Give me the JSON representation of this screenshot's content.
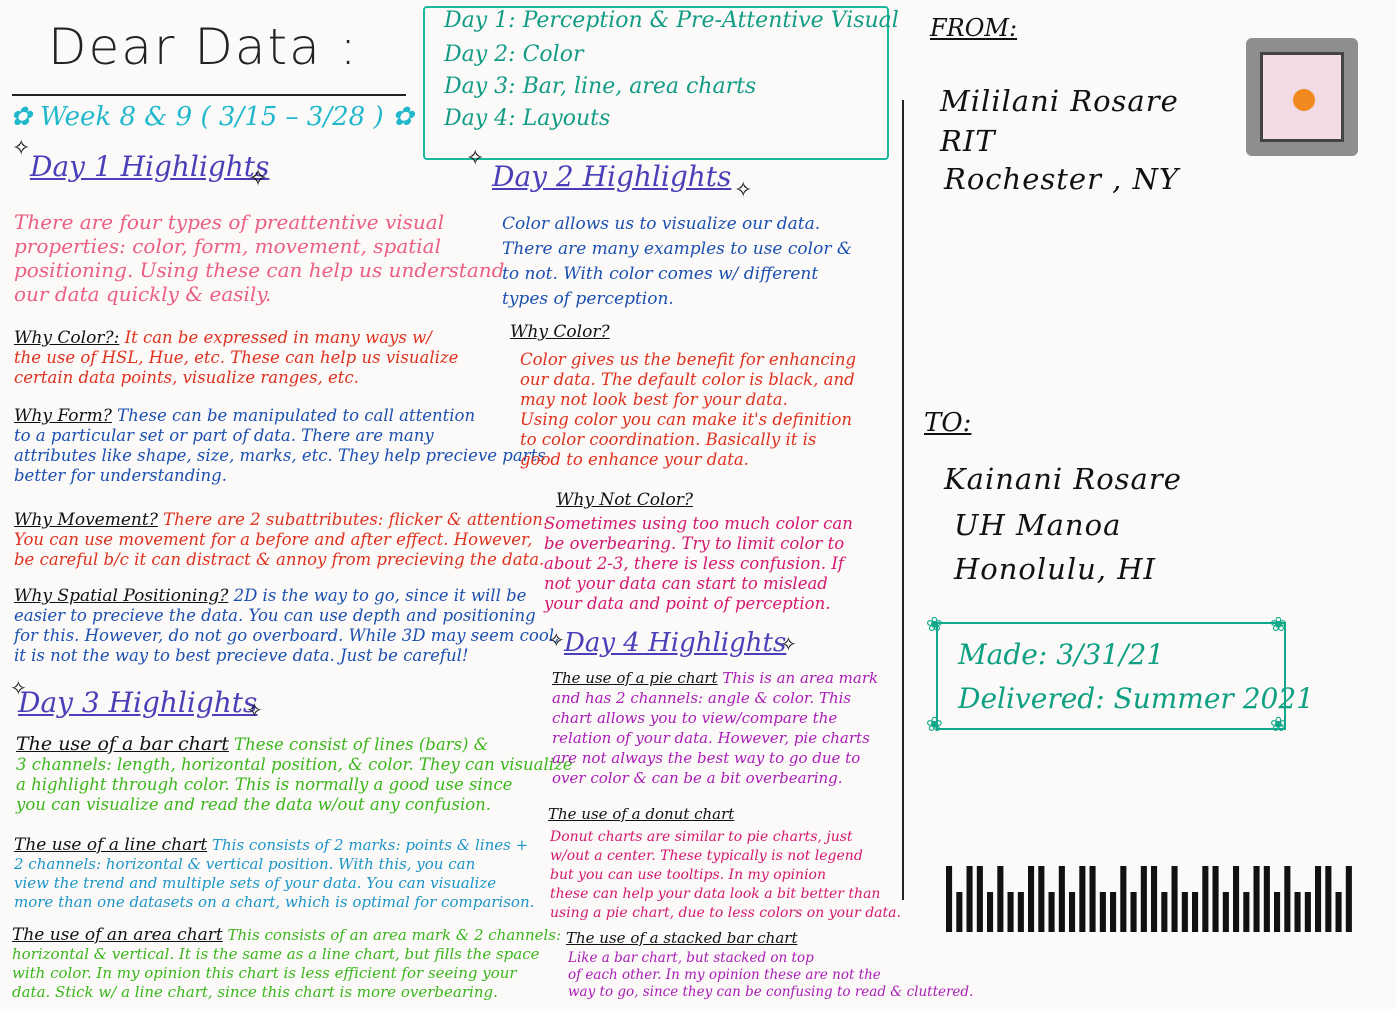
{
  "header": {
    "title": "Dear Data :",
    "week": "Week 8 & 9 ( 3/15 – 3/28 )"
  },
  "agenda": [
    "Day 1: Perception & Pre-Attentive Visual",
    "Day 2: Color",
    "Day 3: Bar, line, area charts",
    "Day 4: Layouts"
  ],
  "day1": {
    "heading": "Day 1 Highlights",
    "intro": [
      "There are four types of preattentive visual",
      "properties: color, form, movement, spatial",
      "positioning. Using these can help us understand",
      "our data quickly & easily."
    ],
    "why_color_label": "Why Color?:",
    "why_color": [
      "It can be expressed in many ways w/",
      "the use of HSL, Hue, etc. These can help us visualize",
      "certain data points, visualize ranges, etc."
    ],
    "why_form_label": "Why Form?",
    "why_form": [
      "These can be manipulated to call attention",
      "to a particular set or part of data. There are many",
      "attributes like shape, size, marks, etc. They help precieve parts",
      "better for understanding."
    ],
    "why_movement_label": "Why Movement?",
    "why_movement": [
      "There are 2 subattributes: flicker & attention.",
      "You can use movement for a before and after effect. However,",
      "be careful b/c it can distract & annoy from precieving the data."
    ],
    "why_spatial_label": "Why Spatial Positioning?",
    "why_spatial": [
      "2D is the way to go, since it will be",
      "easier to precieve the data. You can use depth and positioning",
      "for this. However, do not go overboard. While 3D may seem cool,",
      "it is not the way to best precieve data. Just be careful!"
    ]
  },
  "day2": {
    "heading": "Day 2 Highlights",
    "intro": [
      "Color allows us to visualize our data.",
      "There are many examples to use color &",
      "to not. With color comes w/ different",
      "types of perception."
    ],
    "why_color_label": "Why Color?",
    "why_color": [
      "Color gives us the benefit for enhancing",
      "our data. The default color is black, and",
      "may not look best for your data.",
      "Using color you can make it's definition",
      "to color coordination. Basically it is",
      "good to enhance your data."
    ],
    "why_not_label": "Why Not Color?",
    "why_not": [
      "Sometimes using too much color can",
      "be overbearing. Try to limit color to",
      "about 2-3, there is less confusion. If",
      "not your data can start to mislead",
      "your data and point of perception."
    ]
  },
  "day3": {
    "heading": "Day 3 Highlights",
    "bar_label": "The use of a bar chart",
    "bar": [
      "These consist of lines (bars) &",
      "3 channels: length, horizontal position, & color. They can visualize",
      "a highlight through color. This is normally a good use since",
      "you can visualize and read the data w/out any confusion."
    ],
    "line_label": "The use of a line chart",
    "line": [
      "This consists of 2 marks: points & lines +",
      "2 channels: horizontal & vertical position. With this, you can",
      "view the trend and multiple sets of your data. You can visualize",
      "more than one datasets on a chart, which is optimal for comparison."
    ],
    "area_label": "The use of an area chart",
    "area": [
      "This consists of an area mark & 2 channels:",
      "horizontal & vertical. It is the same as a line chart, but fills the space",
      "with color. In my opinion this chart is less efficient for seeing your",
      "data. Stick w/ a line chart, since this chart is more overbearing."
    ]
  },
  "day4": {
    "heading": "Day 4 Highlights",
    "pie_label": "The use of a pie chart",
    "pie": [
      "This is an area mark",
      "and has 2 channels: angle & color. This",
      "chart allows you to view/compare the",
      "relation of your data. However, pie charts",
      "are not always the best way to go due to",
      "over color & can be a bit overbearing."
    ],
    "donut_label": "The use of a donut chart",
    "donut": [
      "Donut charts are similar to pie charts, just",
      "w/out a center. These typically is not legend",
      "but you can use tooltips. In my opinion",
      "these can help your data look a bit better than",
      "using a pie chart, due to less colors on your data."
    ],
    "stacked_label": "The use of a stacked bar chart",
    "stacked": [
      "Like a bar chart, but stacked on top",
      "of each other. In my opinion these are not the",
      "way to go, since they can be confusing to read & cluttered."
    ]
  },
  "postcard": {
    "from_label": "FROM:",
    "from": [
      "Mililani Rosare",
      "RIT",
      "Rochester , NY"
    ],
    "to_label": "TO:",
    "to": [
      "Kainani Rosare",
      "UH Manoa",
      "Honolulu, HI"
    ],
    "made": "Made: 3/31/21",
    "delivered": "Delivered: Summer 2021"
  },
  "colors": {
    "heading": "#4a3fb8",
    "agenda": "#129c86",
    "week": "#22b8cc"
  }
}
